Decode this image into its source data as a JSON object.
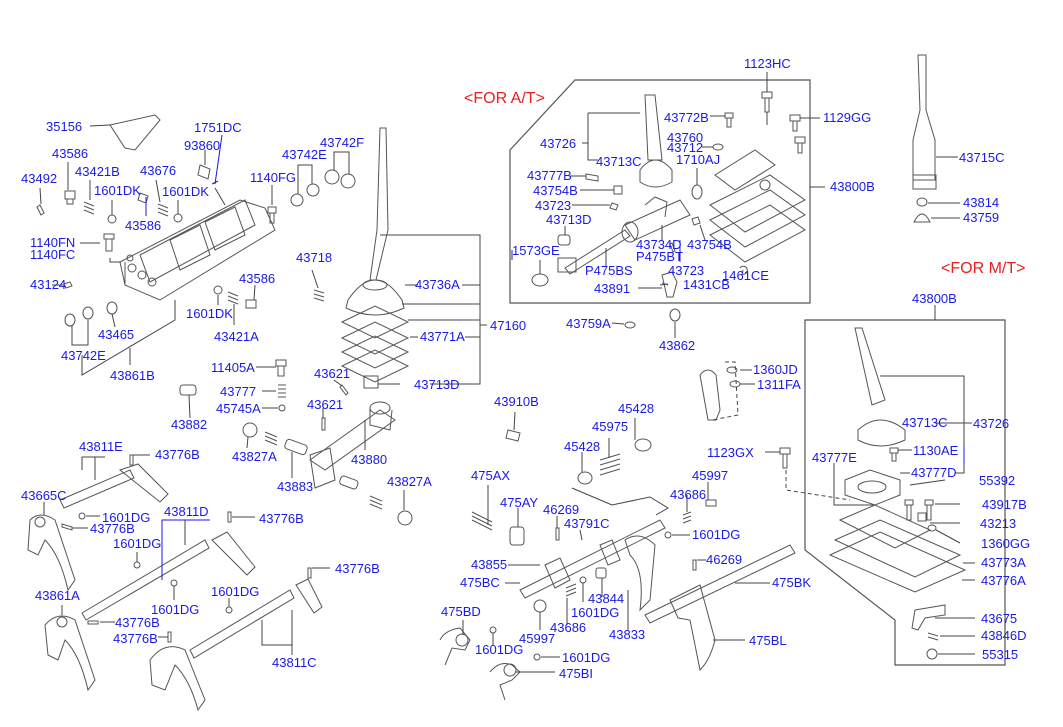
{
  "diagram": {
    "type": "exploded-parts-diagram",
    "subject": "Transmission shift lever and shift rail assembly",
    "section_headers": {
      "automatic": "<FOR A/T>",
      "manual": "<FOR M/T>"
    },
    "colors": {
      "part_label": "#1a1ae6",
      "section_header": "#e62020",
      "line_art": "#555555"
    },
    "labels": {
      "l35156": "35156",
      "l1751DC": "1751DC",
      "l93860": "93860",
      "l43586a": "43586",
      "l43421B": "43421B",
      "l43676": "43676",
      "l43492": "43492",
      "l1601DKa": "1601DK",
      "l1601DKb": "1601DK",
      "l43586b": "43586",
      "l1140FG": "1140FG",
      "l1140FN": "1140FN",
      "l1140FC": "1140FC",
      "l43124": "43124",
      "l43586c": "43586",
      "l1601DKc": "1601DK",
      "l43421A": "43421A",
      "l43465": "43465",
      "l43742Ea": "43742E",
      "l43861B": "43861B",
      "l43742Eb": "43742E",
      "l43742F": "43742F",
      "l43718": "43718",
      "l43736A": "43736A",
      "l43771A": "43771A",
      "l47160": "47160",
      "l43713Da": "43713D",
      "l11405A": "11405A",
      "l43777": "43777",
      "l45745A": "45745A",
      "l43621a": "43621",
      "l43621b": "43621",
      "l43882": "43882",
      "l43827Aa": "43827A",
      "l43880": "43880",
      "l43883": "43883",
      "l43827Ab": "43827A",
      "l43811E": "43811E",
      "l43776Ba": "43776B",
      "l43665C": "43665C",
      "l1601DGa": "1601DG",
      "l43776Bb": "43776B",
      "l43811D": "43811D",
      "l43776Bc": "43776B",
      "l1601DGb": "1601DG",
      "l43776Bd": "43776B",
      "l43861A": "43861A",
      "l1601DGc": "1601DG",
      "l1601DGd": "1601DG",
      "l43776Be": "43776B",
      "l43776Bf": "43776B",
      "l43811C": "43811C",
      "l1123HC": "1123HC",
      "l43772B": "43772B",
      "l1129GG": "1129GG",
      "l43726a": "43726",
      "l43760": "43760",
      "l43712": "43712",
      "l43713Ca": "43713C",
      "l1710AJ": "1710AJ",
      "l43777B": "43777B",
      "l43754Ba": "43754B",
      "l43800Ba": "43800B",
      "l43723a": "43723",
      "l43713Db": "43713D",
      "l1573GE": "1573GE",
      "l43734D": "43734D",
      "l43754Bb": "43754B",
      "lP475BT": "P475BT",
      "lP475BS": "P475BS",
      "l43723b": "43723",
      "l1461CE": "1461CE",
      "l43891": "43891",
      "l1431CB": "1431CB",
      "l43759A": "43759A",
      "l43862": "43862",
      "l43715C": "43715C",
      "l43814": "43814",
      "l43759": "43759",
      "l43800Bb": "43800B",
      "l1360JD": "1360JD",
      "l1311FA": "1311FA",
      "l43713Cb": "43713C",
      "l43726b": "43726",
      "l1130AE": "1130AE",
      "l43777E": "43777E",
      "l43777D": "43777D",
      "l55392": "55392",
      "l43917B": "43917B",
      "l43213": "43213",
      "l1360GG": "1360GG",
      "l43773A": "43773A",
      "l43776A": "43776A",
      "l43675": "43675",
      "l43846D": "43846D",
      "l55315": "55315",
      "l1123GX": "1123GX",
      "l43910B": "43910B",
      "l45428a": "45428",
      "l45975": "45975",
      "l45428b": "45428",
      "l45997a": "45997",
      "l475AX": "475AX",
      "l475AY": "475AY",
      "l46269a": "46269",
      "l43791C": "43791C",
      "l43686a": "43686",
      "l1601DGe": "1601DG",
      "l43855": "43855",
      "l46269b": "46269",
      "l475BC": "475BC",
      "l475BK": "475BK",
      "l43844": "43844",
      "l475BD": "475BD",
      "l1601DGf": "1601DG",
      "l45997b": "45997",
      "l43686b": "43686",
      "l43833": "43833",
      "l475BL": "475BL",
      "l1601DGg": "1601DG",
      "l1601DGh": "1601DG",
      "l475BI": "475BI"
    }
  }
}
